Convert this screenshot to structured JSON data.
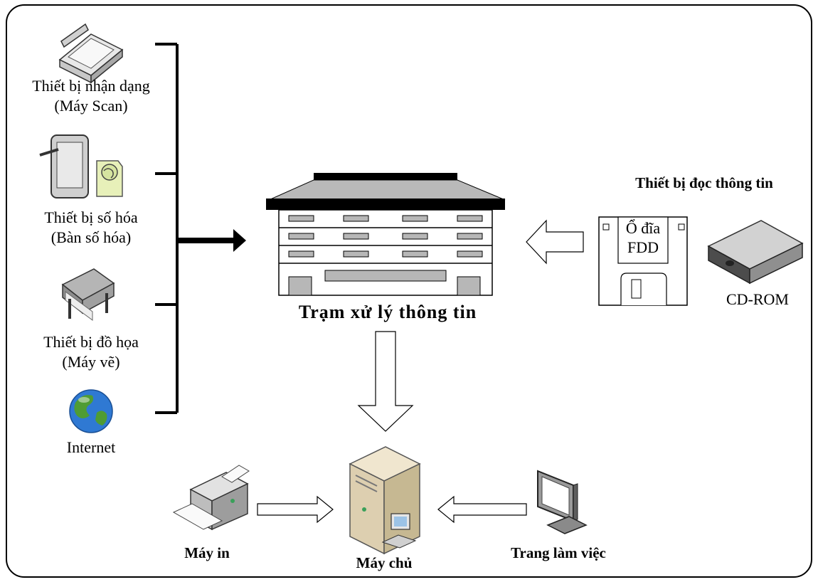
{
  "inputs": {
    "scanner": {
      "line1": "Thiết bị nhận dạng",
      "line2": "(Máy Scan)",
      "icon": "scanner-icon"
    },
    "digitizer": {
      "line1": "Thiết bị số hóa",
      "line2": "(Bàn số hóa)",
      "icon": "tablet-icon"
    },
    "plotter": {
      "line1": "Thiết bị đồ họa",
      "line2": "(Máy vẽ)",
      "icon": "plotter-icon"
    },
    "internet": {
      "label": "Internet",
      "icon": "globe-icon"
    }
  },
  "station": {
    "label": "Trạm xử lý thông tin",
    "icon": "building-icon"
  },
  "readers": {
    "title": "Thiết bị đọc thông tin",
    "floppy": {
      "line1": "Ổ đĩa",
      "line2": "FDD",
      "icon": "floppy-icon"
    },
    "cdrom": {
      "label": "CD-ROM",
      "icon": "cdrom-icon"
    }
  },
  "outputs": {
    "printer": {
      "label": "Máy in",
      "icon": "printer-icon"
    },
    "server": {
      "label": "Máy chủ",
      "icon": "server-icon"
    },
    "workstation": {
      "label": "Trang làm việc",
      "icon": "monitor-icon"
    }
  }
}
